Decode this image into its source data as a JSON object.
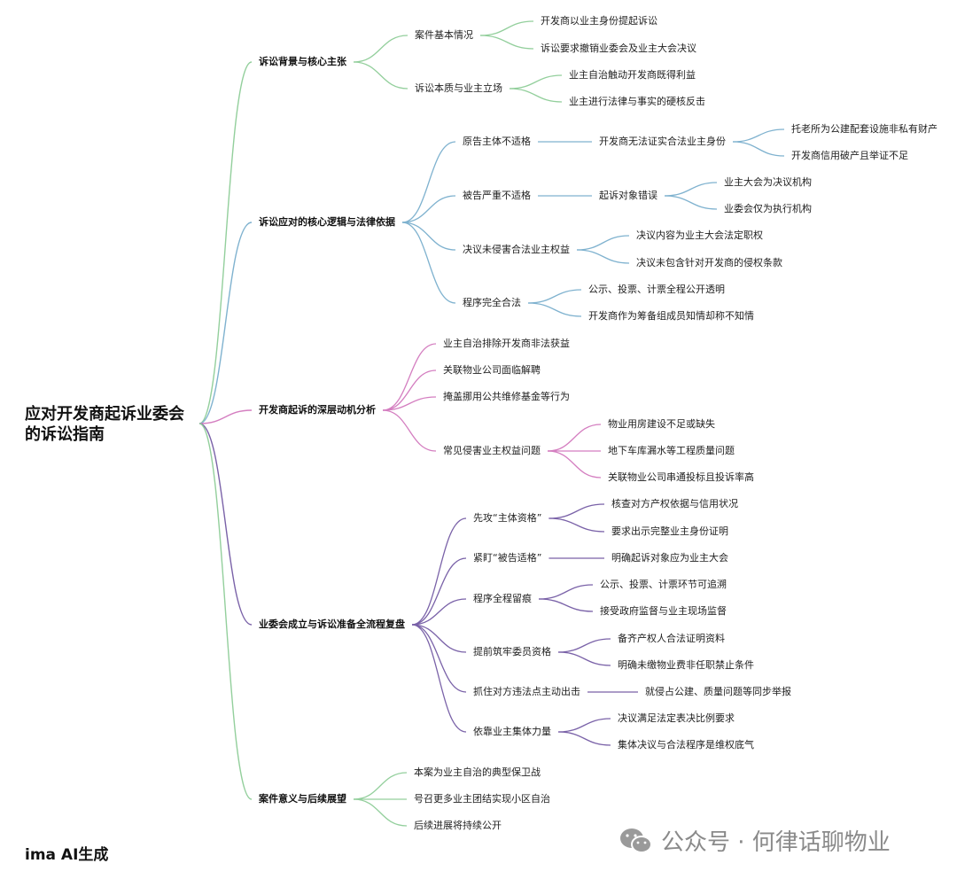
{
  "mindmap": {
    "root": {
      "line1": "应对开发商起诉业委会",
      "line2": "的诉讼指南"
    },
    "colors": [
      "#93cf9c",
      "#7fb2cf",
      "#d47ec0",
      "#7a62a8",
      "#93cf9c"
    ],
    "branches": [
      {
        "label": "诉讼背景与核心主张",
        "children": [
          {
            "label": "案件基本情况",
            "children": [
              {
                "label": "开发商以业主身份提起诉讼"
              },
              {
                "label": "诉讼要求撤销业委会及业主大会决议"
              }
            ]
          },
          {
            "label": "诉讼本质与业主立场",
            "children": [
              {
                "label": "业主自治触动开发商既得利益"
              },
              {
                "label": "业主进行法律与事实的硬核反击"
              }
            ]
          }
        ]
      },
      {
        "label": "诉讼应对的核心逻辑与法律依据",
        "children": [
          {
            "label": "原告主体不适格",
            "children": [
              {
                "label": "开发商无法证实合法业主身份",
                "children": [
                  {
                    "label": "托老所为公建配套设施非私有财产"
                  },
                  {
                    "label": "开发商信用破产且举证不足"
                  }
                ]
              }
            ]
          },
          {
            "label": "被告严重不适格",
            "children": [
              {
                "label": "起诉对象错误",
                "children": [
                  {
                    "label": "业主大会为决议机构"
                  },
                  {
                    "label": "业委会仅为执行机构"
                  }
                ]
              }
            ]
          },
          {
            "label": "决议未侵害合法业主权益",
            "children": [
              {
                "label": "决议内容为业主大会法定职权"
              },
              {
                "label": "决议未包含针对开发商的侵权条款"
              }
            ]
          },
          {
            "label": "程序完全合法",
            "children": [
              {
                "label": "公示、投票、计票全程公开透明"
              },
              {
                "label": "开发商作为筹备组成员知情却称不知情"
              }
            ]
          }
        ]
      },
      {
        "label": "开发商起诉的深层动机分析",
        "children": [
          {
            "label": "业主自治排除开发商非法获益"
          },
          {
            "label": "关联物业公司面临解聘"
          },
          {
            "label": "掩盖挪用公共维修基金等行为"
          },
          {
            "label": "常见侵害业主权益问题",
            "children": [
              {
                "label": "物业用房建设不足或缺失"
              },
              {
                "label": "地下车库漏水等工程质量问题"
              },
              {
                "label": "关联物业公司串通投标且投诉率高"
              }
            ]
          }
        ]
      },
      {
        "label": "业委会成立与诉讼准备全流程复盘",
        "children": [
          {
            "label": "先攻“主体资格”",
            "children": [
              {
                "label": "核查对方产权依据与信用状况"
              },
              {
                "label": "要求出示完整业主身份证明"
              }
            ]
          },
          {
            "label": "紧盯“被告适格”",
            "children": [
              {
                "label": "明确起诉对象应为业主大会"
              }
            ]
          },
          {
            "label": "程序全程留痕",
            "children": [
              {
                "label": "公示、投票、计票环节可追溯"
              },
              {
                "label": "接受政府监督与业主现场监督"
              }
            ]
          },
          {
            "label": "提前筑牢委员资格",
            "children": [
              {
                "label": "备齐产权人合法证明资料"
              },
              {
                "label": "明确未缴物业费非任职禁止条件"
              }
            ]
          },
          {
            "label": "抓住对方违法点主动出击",
            "children": [
              {
                "label": "就侵占公建、质量问题等同步举报"
              }
            ]
          },
          {
            "label": "依靠业主集体力量",
            "children": [
              {
                "label": "决议满足法定表决比例要求"
              },
              {
                "label": "集体决议与合法程序是维权底气"
              }
            ]
          }
        ]
      },
      {
        "label": "案件意义与后续展望",
        "children": [
          {
            "label": "本案为业主自治的典型保卫战"
          },
          {
            "label": "号召更多业主团结实现小区自治"
          },
          {
            "label": "后续进展将持续公开"
          }
        ]
      }
    ]
  },
  "footer": {
    "label": "ima AI生成"
  },
  "watermark": {
    "text": "公众号 · 何律话聊物业",
    "icon": "wechat-icon"
  }
}
